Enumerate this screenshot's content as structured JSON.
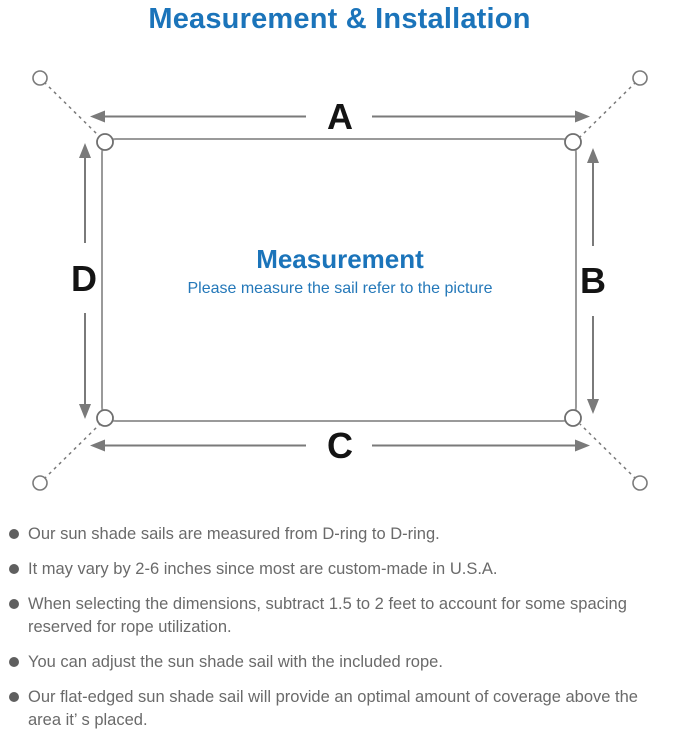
{
  "page": {
    "title": "Measurement & Installation"
  },
  "diagram": {
    "side_labels": {
      "top": "A",
      "right": "B",
      "bottom": "C",
      "left": "D"
    },
    "center": {
      "title": "Measurement",
      "subtitle": "Please measure the sail refer to the picture"
    },
    "colors": {
      "accent_blue": "#1b74ba",
      "subtitle_blue": "#2478b9",
      "line_gray": "#7a7a7a",
      "outline_gray": "#9a9a9a",
      "label_black": "#141414",
      "note_gray": "#6a6a6a"
    }
  },
  "notes": {
    "items": [
      "Our sun shade sails are measured from D-ring to D-ring.",
      "It may vary by 2-6 inches since most are custom-made in U.S.A.",
      "When selecting the dimensions, subtract 1.5 to 2 feet to account for some spacing reserved for rope utilization.",
      "You can adjust the sun shade sail with the included rope.",
      "Our flat-edged sun shade sail will provide an optimal amount of coverage above the area it’ s placed."
    ]
  }
}
